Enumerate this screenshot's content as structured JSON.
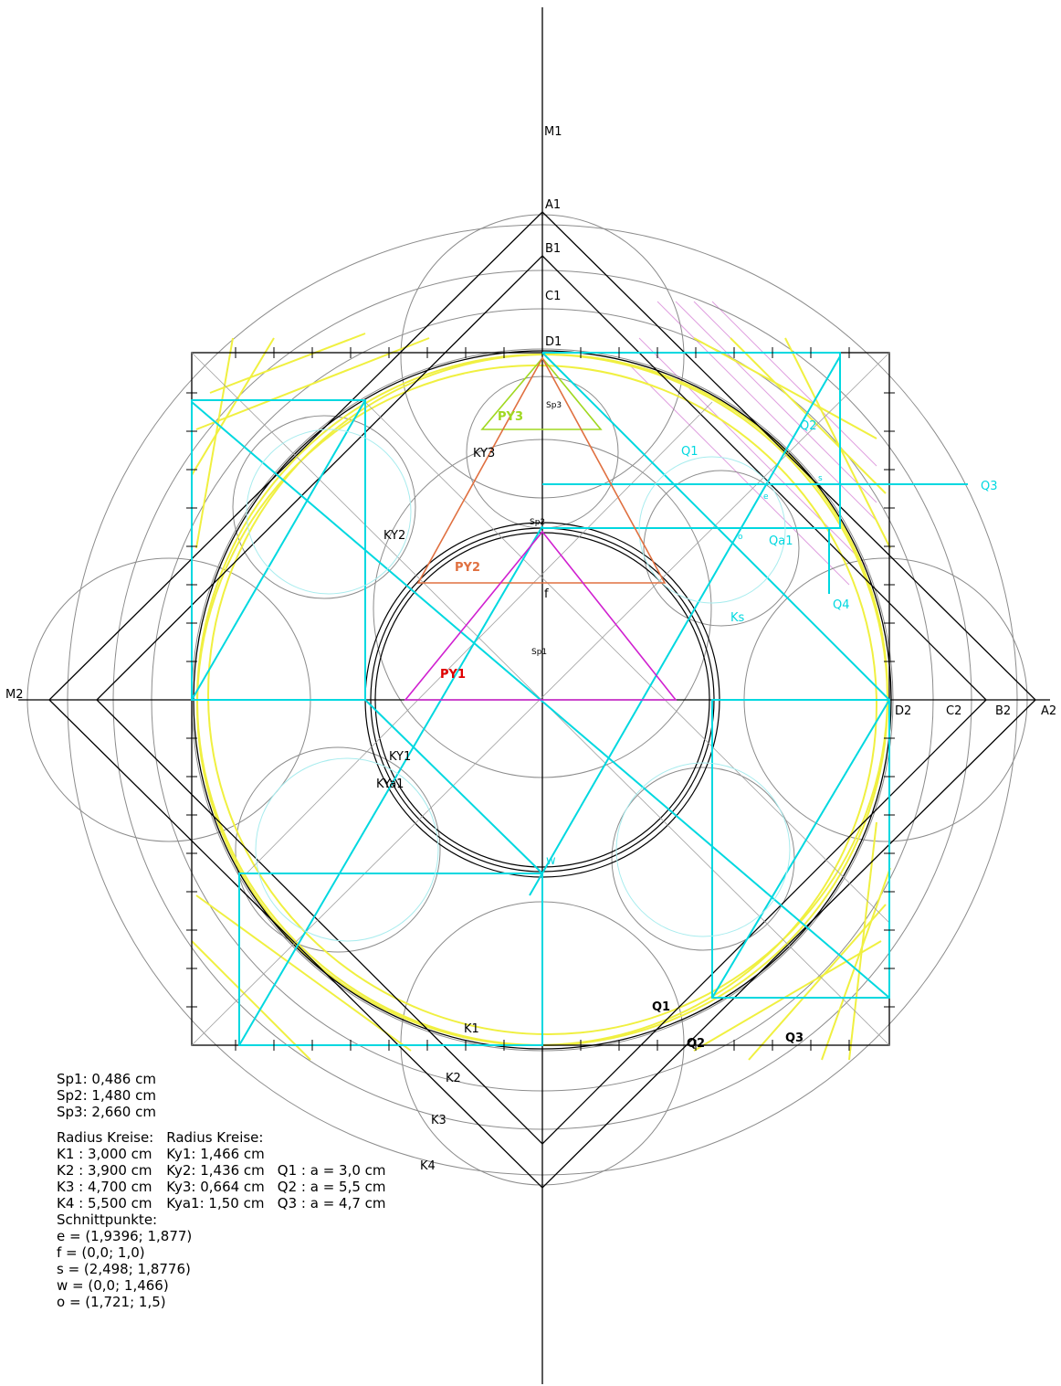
{
  "axes": {
    "vertical_label": "M1",
    "horizontal_label": "M2",
    "top_points": [
      "A1",
      "B1",
      "C1",
      "D1"
    ],
    "right_points": [
      "D2",
      "C2",
      "B2",
      "A2"
    ]
  },
  "figure_labels": {
    "ky1": "KY1",
    "kya1": "KYa1",
    "ky2": "KY2",
    "ky3": "KY3",
    "py1": "PY1",
    "py2": "PY2",
    "py3": "PY3",
    "q1": "Q1",
    "q2": "Q2",
    "q3": "Q3",
    "qa1": "Qa1",
    "qk": "Q3",
    "qk2": "Q2",
    "q4": "Q4",
    "ks": "Ks",
    "k1": "K1",
    "k2": "K2",
    "k3": "K3",
    "k4": "K4",
    "sp1": "Sp1",
    "sp2": "Sp2",
    "sp3": "Sp3",
    "f": "f",
    "w": "w",
    "e": "e",
    "o": "o",
    "s": "s",
    "ql1": "Q1",
    "ql2": "Q2",
    "ql3": "Q3"
  },
  "colors": {
    "black": "#000000",
    "gray": "#8c8c8c",
    "cyan": "#00d8e0",
    "yellow": "#f0f040",
    "green": "#a0d820",
    "orange": "#e07040",
    "magenta": "#d020d0",
    "red": "#e00000",
    "pink": "#e0a0e0"
  },
  "legend": {
    "sp_lines": [
      "Sp1: 0,486 cm",
      "Sp2: 1,480 cm",
      "Sp3: 2,660 cm"
    ],
    "radius_header_a": "Radius Kreise:",
    "radius_header_b": "Radius Kreise:",
    "radius_a": [
      "K1 : 3,000 cm",
      "K2 : 3,900 cm",
      "K3 : 4,700 cm",
      "K4 : 5,500 cm"
    ],
    "radius_b": [
      "Ky1: 1,466 cm",
      "Ky2: 1,436 cm",
      "Ky3: 0,664 cm",
      "Kya1: 1,50 cm"
    ],
    "squares": [
      "Q1 : a = 3,0 cm",
      "Q2 : a = 5,5 cm",
      "Q3 : a = 4,7 cm"
    ],
    "schnitt_header": "Schnittpunkte:",
    "schnitt": [
      "e = (1,9396; 1,877)",
      "f = (0,0; 1,0)",
      "s = (2,498; 1,8776)",
      "w = (0,0; 1,466)",
      "o = (1,721; 1,5)"
    ]
  }
}
